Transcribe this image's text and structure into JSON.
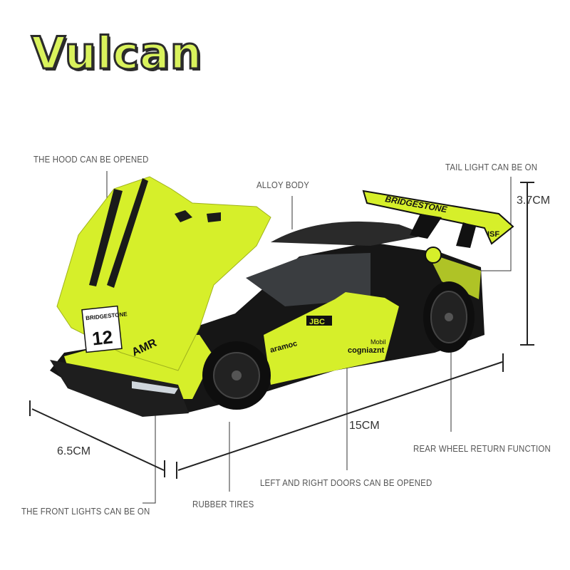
{
  "title": "Vulcan",
  "labels": {
    "hood": "THE HOOD CAN BE OPENED",
    "body": "ALLOY BODY",
    "tail_light": "TAIL LIGHT CAN BE ON",
    "rear_wheel": "REAR WHEEL RETURN FUNCTION",
    "doors": "LEFT AND RIGHT DOORS  CAN BE OPENED",
    "tires": "RUBBER TIRES",
    "front_lights": "THE FRONT LIGHTS CAN BE ON"
  },
  "dimensions": {
    "height": "3.7CM",
    "width": "6.5CM",
    "length": "15CM"
  },
  "decals": {
    "wing": "BRIDGESTONE",
    "wing_end": "ISF",
    "number_sponsor": "BRIDGESTONE",
    "number": "12",
    "amr": "AMR",
    "side": "aramoc",
    "door_brand": "JBC",
    "door_mobil": "Mobil",
    "door_sponsor": "cogniaznt"
  },
  "colors": {
    "accent": "#d6ef2a",
    "body": "#161616"
  }
}
